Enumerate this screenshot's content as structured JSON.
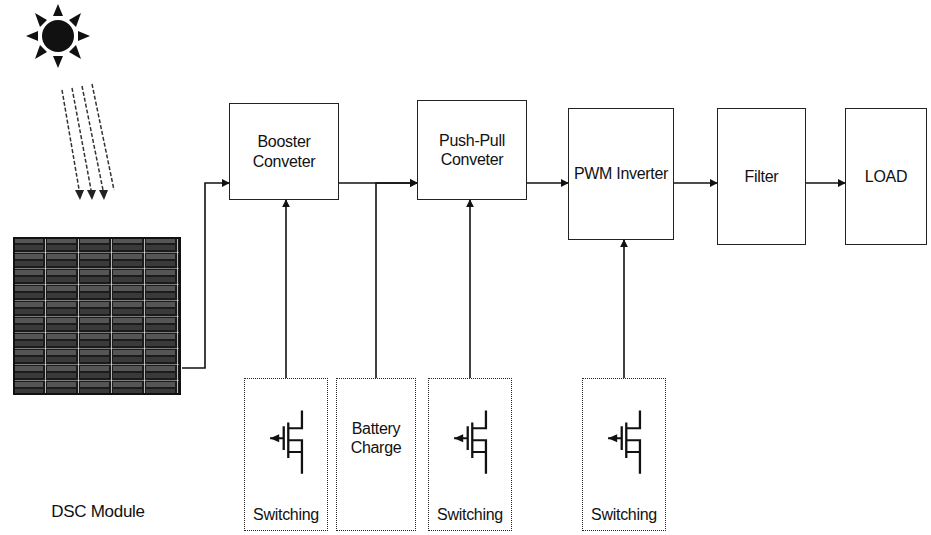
{
  "diagram": {
    "nodes": [
      {
        "text": [
          "DSC Module"
        ]
      },
      {
        "text": [
          "Booster Conveter"
        ]
      },
      {
        "text": [
          "Push-Pull Conveter"
        ]
      },
      {
        "text": [
          "PWM Inverter"
        ]
      },
      {
        "text": [
          "Filter"
        ]
      },
      {
        "text": [
          "LOAD"
        ]
      },
      {
        "text": [
          "Switching"
        ]
      },
      {
        "text": [
          "Battery Charge"
        ]
      },
      {
        "text": [
          "Switching"
        ]
      },
      {
        "text": [
          "Switching"
        ]
      }
    ],
    "edges": [
      {
        "from": 0,
        "to": 1,
        "arrow": "to"
      },
      {
        "from": 1,
        "to": 2,
        "arrow": "to"
      },
      {
        "from": 2,
        "to": 3,
        "arrow": "to"
      },
      {
        "from": 3,
        "to": 4,
        "arrow": "to"
      },
      {
        "from": 4,
        "to": 5,
        "arrow": "to"
      },
      {
        "from": 6,
        "to": 1,
        "arrow": "to"
      },
      {
        "from": 7,
        "to": 2,
        "arrow": "to"
      },
      {
        "from": 8,
        "to": 2,
        "arrow": "to"
      },
      {
        "from": 9,
        "to": 3,
        "arrow": "to"
      }
    ]
  }
}
